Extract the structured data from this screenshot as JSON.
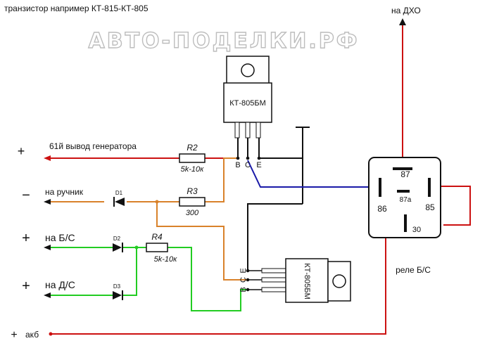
{
  "title": "транзистор  например КТ-815-КТ-805",
  "watermark": "АВТО-ПОДЕЛКИ.РФ",
  "outputs": {
    "dho": "на ДХО"
  },
  "inputs": {
    "generator": {
      "sign": "+",
      "label": "61й вывод генератора"
    },
    "handbrake": {
      "sign": "−",
      "label": "на ручник"
    },
    "brake_light": {
      "sign": "+",
      "label": "на  Б/С"
    },
    "running_light": {
      "sign": "+",
      "label": "на  Д/С"
    },
    "battery": {
      "sign": "+",
      "label": "акб"
    }
  },
  "components": {
    "r2": {
      "name": "R2",
      "value": "5k-10к"
    },
    "r3": {
      "name": "R3",
      "value": "300"
    },
    "r4": {
      "name": "R4",
      "value": "5k-10к"
    },
    "d1": "D1",
    "d2": "D2",
    "d3": "D3",
    "t1": {
      "label": "КТ-805БМ",
      "pins": [
        "B",
        "C",
        "E"
      ]
    },
    "t2": {
      "label": "КТ-805БМ",
      "pins": [
        "E",
        "C",
        "B"
      ]
    }
  },
  "relay": {
    "pins": {
      "p87": "87",
      "p87a": "87a",
      "p86": "86",
      "p85": "85",
      "p30": "30"
    },
    "caption": "реле Б/С"
  },
  "colors": {
    "red": "#cc1111",
    "orange": "#d9822b",
    "green": "#22cc22",
    "blue": "#1a1aa8",
    "black": "#111111"
  }
}
